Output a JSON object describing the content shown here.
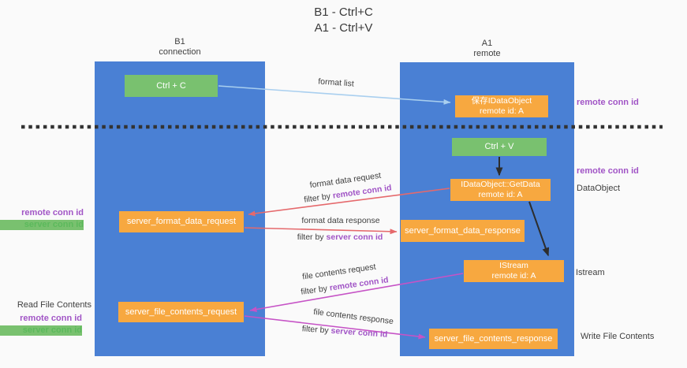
{
  "title": {
    "line1": "B1 - Ctrl+C",
    "line2": "A1 - Ctrl+V"
  },
  "lanes": {
    "b1": {
      "name": "B1",
      "subtitle": "connection"
    },
    "a1": {
      "name": "A1",
      "subtitle": "remote"
    }
  },
  "boxes": {
    "ctrl_c": {
      "label": "Ctrl + C"
    },
    "save_idataobject": {
      "line1": "保存IDataObject",
      "line2": "remote id: A"
    },
    "ctrl_v": {
      "label": "Ctrl + V"
    },
    "getdata": {
      "line1": "IDataObject::GetData",
      "line2": "remote id: A"
    },
    "format_request": {
      "label": "server_format_data_request"
    },
    "format_response": {
      "label": "server_format_data_response"
    },
    "istream": {
      "line1": "IStream",
      "line2": "remote id: A"
    },
    "file_request": {
      "label": "server_file_contents_request"
    },
    "file_response": {
      "label": "server_file_contents_response"
    }
  },
  "messages": {
    "format_list": {
      "label": "format list"
    },
    "format_data_request": {
      "label": "format data request",
      "filter_prefix": "filter by",
      "filter_key": "remote conn id"
    },
    "format_data_response": {
      "label": "format data response",
      "filter_prefix": "filter by",
      "filter_key": "server conn id"
    },
    "file_contents_request": {
      "label": "file contents request",
      "filter_prefix": "filter by",
      "filter_key": "remote conn id"
    },
    "file_contents_response": {
      "label": "file contents response",
      "filter_prefix": "filter by",
      "filter_key": "server conn id"
    }
  },
  "annotations": {
    "remote_conn_id_right_top": "remote conn id",
    "remote_conn_id_right_mid": "remote conn id",
    "dataobject": "DataObject",
    "istream": "Istream",
    "write_file_contents": "Write File Contents",
    "remote_conn_id_left1": "remote conn id",
    "server_conn_id_left1": "server conn id",
    "read_file_contents": "Read File Contents",
    "remote_conn_id_left2": "remote conn id",
    "server_conn_id_left2": "server conn id"
  },
  "colors": {
    "lane_blue": "#4a80d4",
    "box_green": "#79c16f",
    "box_orange": "#f7a840",
    "arrow_blue": "#a9cfef",
    "arrow_red": "#e5696c",
    "arrow_magenta": "#c653c6",
    "arrow_black": "#2d2d2d",
    "text_purple": "#a155c6",
    "text_green": "#5cb95c",
    "text_dark": "#3f3f3f",
    "divider": "#333333"
  }
}
